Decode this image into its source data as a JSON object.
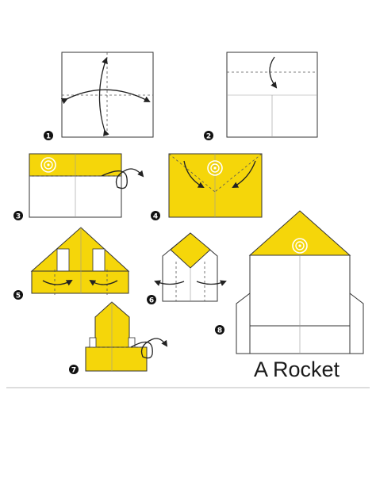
{
  "diagram": {
    "steps": [
      {
        "number": "1"
      },
      {
        "number": "2"
      },
      {
        "number": "3"
      },
      {
        "number": "4"
      },
      {
        "number": "5"
      },
      {
        "number": "6"
      },
      {
        "number": "7"
      },
      {
        "number": "8"
      }
    ],
    "caption": "A Rocket",
    "colors": {
      "paper_front": "#f5d60a",
      "paper_back": "#ffffff",
      "outline": "#333333",
      "crease": "#555555",
      "step_badge": "#111111",
      "divider": "#bbbbbb"
    }
  }
}
